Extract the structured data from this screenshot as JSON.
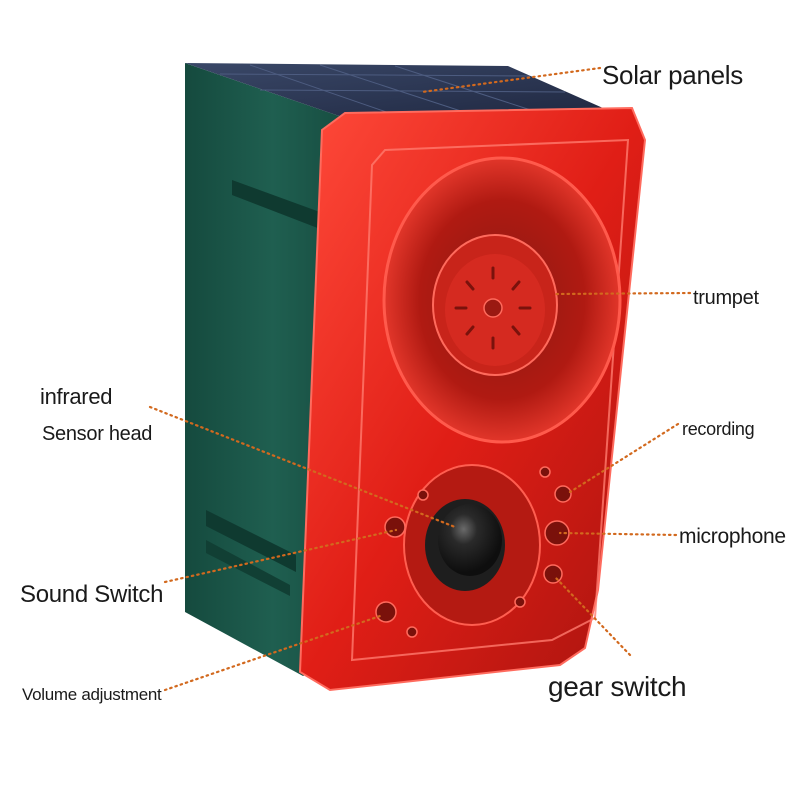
{
  "labels": {
    "solar_panels": "Solar panels",
    "trumpet": "trumpet",
    "infrared": "infrared",
    "sensor_head": "Sensor head",
    "recording": "recording",
    "microphone": "microphone",
    "sound_switch": "Sound Switch",
    "volume_adjustment": "Volume adjustment",
    "gear_switch": "gear switch"
  },
  "colors": {
    "leader_line": "#d2691e",
    "housing_green": "#1f5a4c",
    "cover_red": "#e8231b",
    "solar_panel": "#2e3a55",
    "sensor_lens": "#1b1b1b"
  }
}
